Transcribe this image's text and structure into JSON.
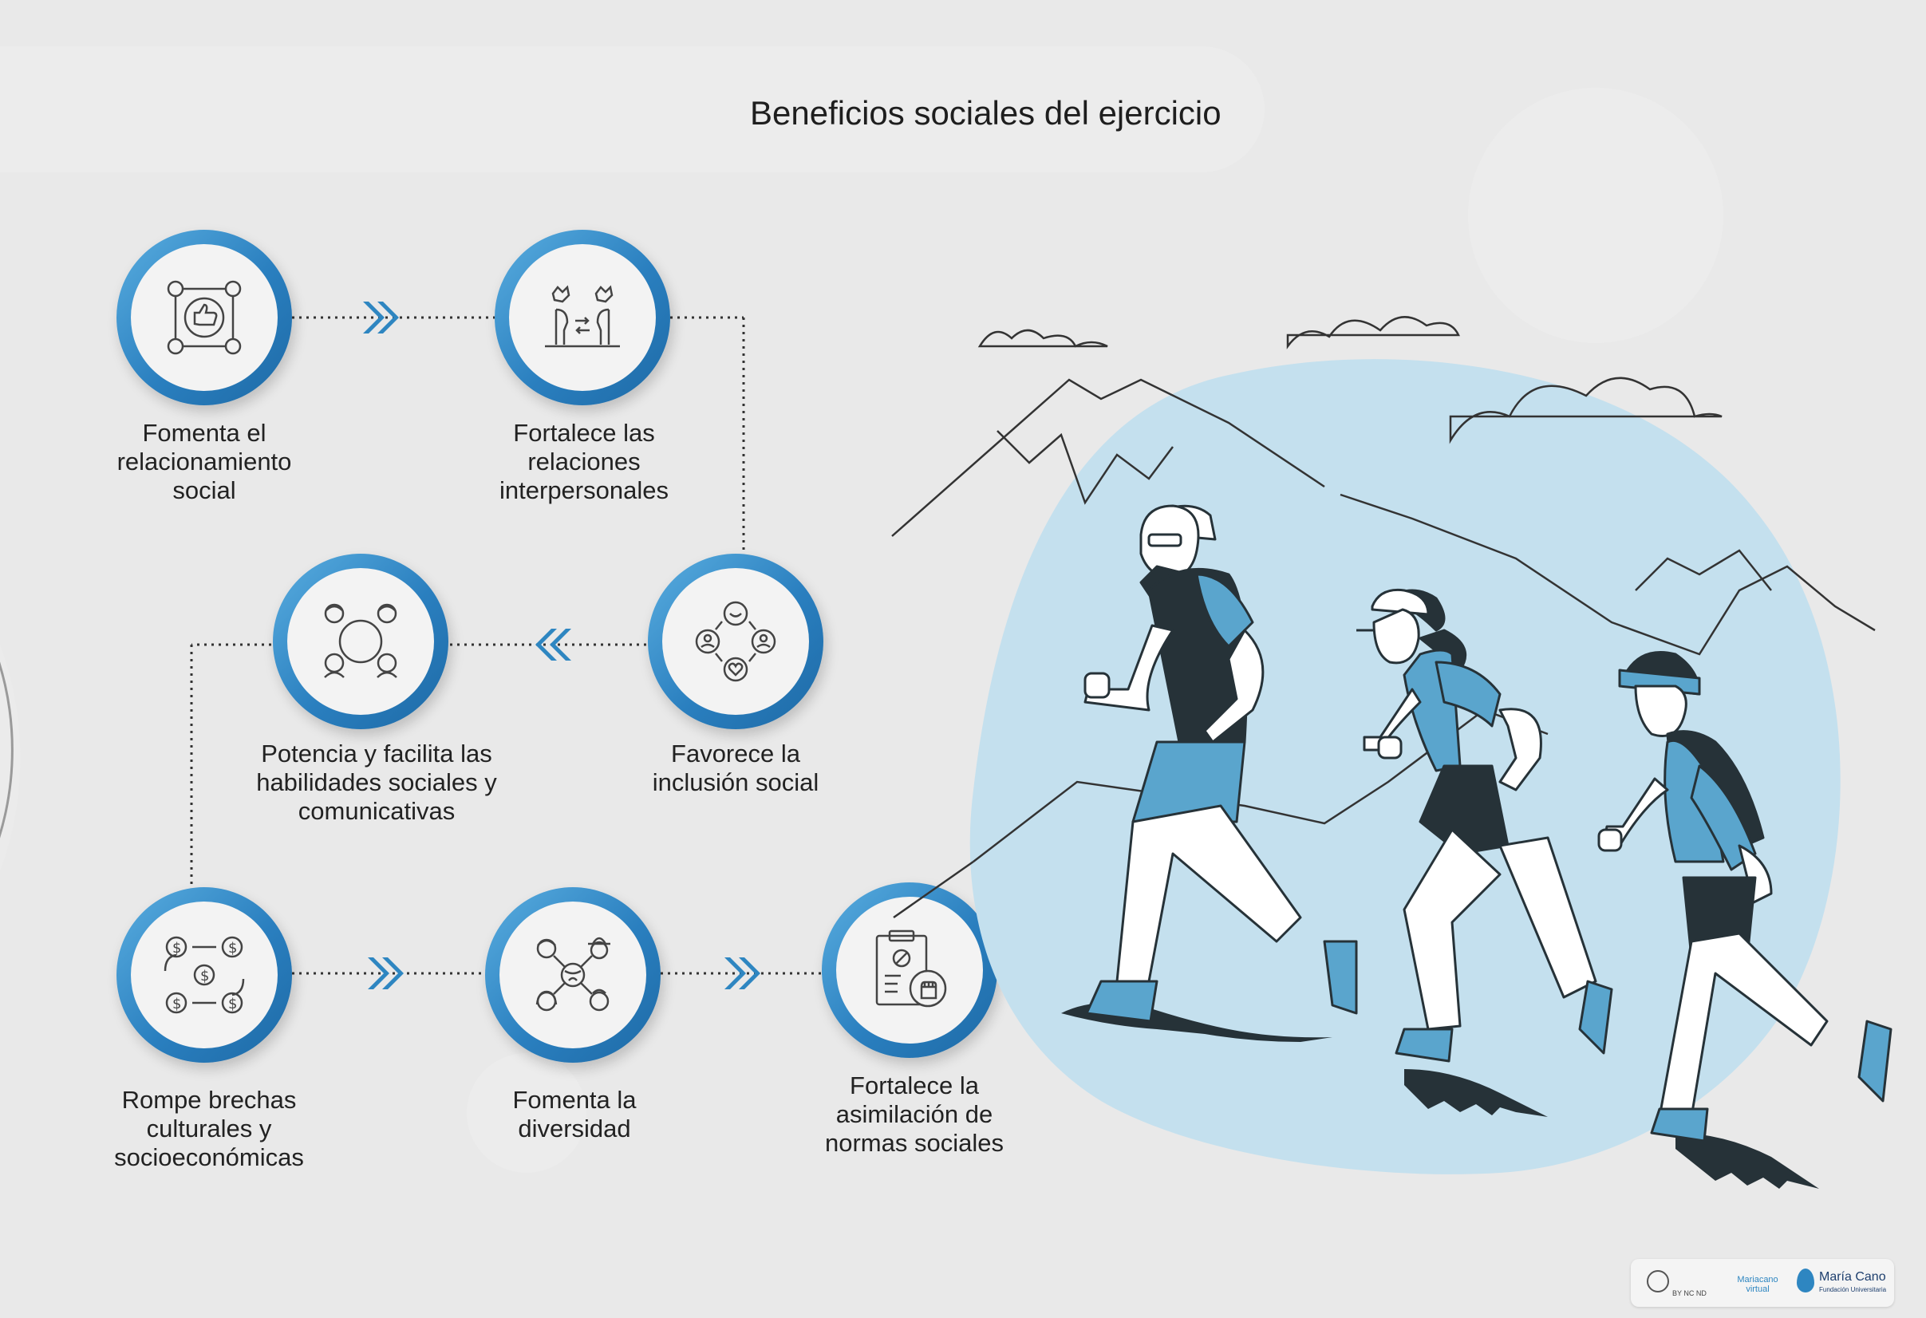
{
  "title": "Beneficios sociales del ejercicio",
  "nodes": [
    {
      "id": "relacionamiento",
      "icon": "social-network-thumbs-up-icon",
      "lines": [
        "Fomenta el",
        "relacionamiento",
        "social"
      ]
    },
    {
      "id": "relaciones",
      "icon": "interpersonal-relations-icon",
      "lines": [
        "Fortalece las",
        "relaciones",
        "interpersonales"
      ]
    },
    {
      "id": "inclusion",
      "icon": "social-inclusion-icon",
      "lines": [
        "Favorece la",
        "inclusión social"
      ]
    },
    {
      "id": "habilidades",
      "icon": "group-circle-icon",
      "lines": [
        "Potencia y facilita las",
        "habilidades sociales y",
        "comunicativas"
      ]
    },
    {
      "id": "brechas",
      "icon": "money-exchange-icon",
      "lines": [
        "Rompe brechas",
        "culturales y",
        "socioeconómicas"
      ]
    },
    {
      "id": "diversidad",
      "icon": "diversity-people-icon",
      "lines": [
        "Fomenta la",
        "diversidad"
      ]
    },
    {
      "id": "normas",
      "icon": "clipboard-rules-icon",
      "lines": [
        "Fortalece la",
        "asimilación de",
        "normas sociales"
      ]
    }
  ],
  "footer": {
    "license_tags": [
      "BY",
      "NC",
      "ND"
    ],
    "logo1": "Mariacano virtual",
    "logo2": "María Cano",
    "logo2_sub": "Fundación Universitaria"
  },
  "colors": {
    "accent": "#2e86c1",
    "light_blue": "#c4e0ee",
    "dark": "#263238",
    "shirt_blue": "#5aa5cd"
  }
}
